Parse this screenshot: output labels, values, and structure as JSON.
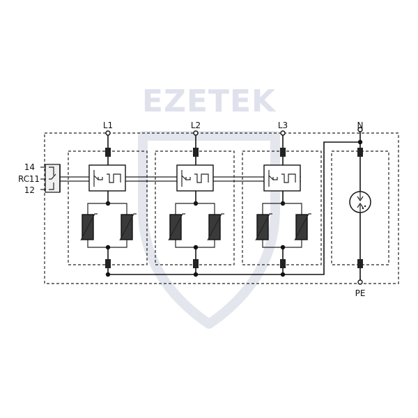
{
  "watermark": {
    "text": "EZETEK"
  },
  "terminals": {
    "l1": "L1",
    "l2": "L2",
    "l3": "L3",
    "n": "N",
    "pe": "PE"
  },
  "remote_contact": {
    "name": "RC",
    "pins": [
      "14",
      "11",
      "12"
    ]
  }
}
